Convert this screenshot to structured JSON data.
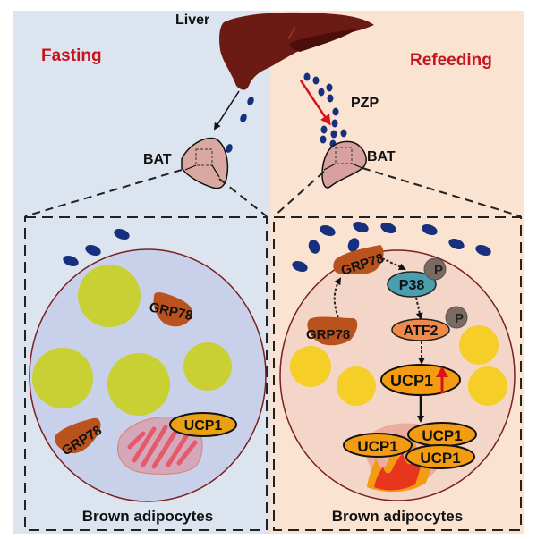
{
  "figure": {
    "left_panel": {
      "title": "Fasting",
      "tissue_label": "BAT",
      "cell_label": "Brown adipocytes",
      "grp78_labels": [
        "GRP78",
        "GRP78"
      ],
      "ucp1_label": "UCP1"
    },
    "right_panel": {
      "title": "Refeeding",
      "secreted_label": "PZP",
      "tissue_label": "BAT",
      "cell_label": "Brown adipocytes",
      "grp78_labels": [
        "GRP78",
        "GRP78"
      ],
      "p38_label": "P38",
      "atf2_label": "ATF2",
      "phospho_label": "P",
      "ucp1_up_label": "UCP1",
      "ucp1_labels": [
        "UCP1",
        "UCP1",
        "UCP1"
      ]
    },
    "organ_label": "Liver",
    "colors": {
      "fasting_bg": "#dce4ef",
      "refeeding_bg": "#fbe3d2",
      "title_red": "#c8141c",
      "liver": "#6b1a14",
      "pzp_dot": "#16307e",
      "bat_fill": "#d9a8a0",
      "grp78": "#b9521d",
      "lipid_fasting": "#c8d033",
      "lipid_refeeding": "#f5ce27",
      "cell_fasting": "#c9d1ea",
      "cell_refeeding": "#f4d6c8",
      "p38": "#4a9eae",
      "atf2": "#f08a4b",
      "ucp1": "#f39c12",
      "phospho": "#7a6a62"
    }
  }
}
